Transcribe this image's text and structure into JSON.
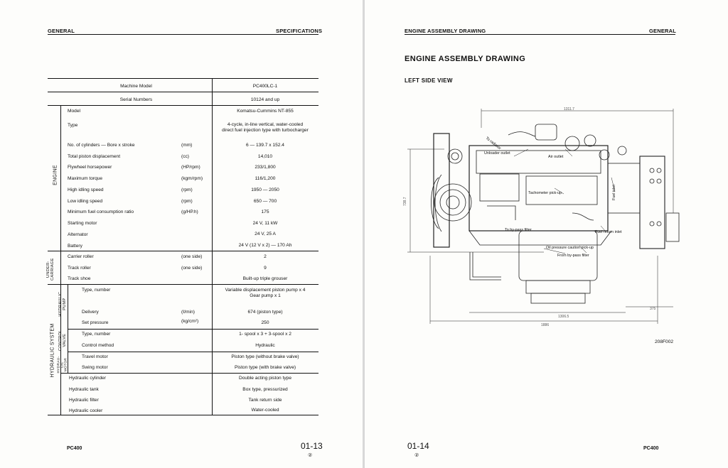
{
  "left_page": {
    "header_left": "GENERAL",
    "header_right": "SPECIFICATIONS",
    "footer_model": "PC400",
    "page_number": "01-13",
    "edition_mark": "②"
  },
  "spec_table": {
    "machine_model_label": "Machine Model",
    "machine_model_value": "PC400LC-1",
    "serial_numbers_label": "Serial Numbers",
    "serial_numbers_value": "10124 and up",
    "section_labels": {
      "engine": "ENGINE",
      "undercarriage_1": "UNDER-",
      "undercarriage_2": "CARRIAGE",
      "hydraulic_system": "HYDRAULIC SYSTEM",
      "hydraulic_pump_1": "HYDRAULIC",
      "hydraulic_pump_2": "PUMP",
      "control_valve_1": "CONTROL",
      "control_valve_2": "VALVE",
      "hydraulic_motor_1": "HYDRAU-",
      "hydraulic_motor_2": "LIC",
      "hydraulic_motor_3": "MOTOR"
    },
    "engine_rows": [
      {
        "label": "Model",
        "unit": "",
        "value": "Komatsu-Cummins NT-855"
      },
      {
        "label": "Type",
        "unit": "",
        "value": "4-cycle, in-line vertical, water-cooled",
        "value2": "direct fuel injection type with turbocharger"
      },
      {
        "label": "No. of cylinders — Bore x stroke",
        "unit": "(mm)",
        "value": "6 — 139.7 x 152.4"
      },
      {
        "label": "Total piston displacement",
        "unit": "(cc)",
        "value": "14,010"
      },
      {
        "label": "Flywheel horsepower",
        "unit": "(HP/rpm)",
        "value": "233/1,800"
      },
      {
        "label": "Maximum torque",
        "unit": "(kgm/rpm)",
        "value": "116/1,200"
      },
      {
        "label": "High idling speed",
        "unit": "(rpm)",
        "value": "1950 — 2050"
      },
      {
        "label": "Low idling speed",
        "unit": "(rpm)",
        "value": "650 — 700"
      },
      {
        "label": "Minimum fuel consumption ratio",
        "unit": "(g/HP.h)",
        "value": "175"
      },
      {
        "label": "Starting motor",
        "unit": "",
        "value": "24 V, 11 kW"
      },
      {
        "label": "Alternator",
        "unit": "",
        "value": "24 V, 25 A"
      },
      {
        "label": "Battery",
        "unit": "",
        "value": "24 V (12 V x 2) — 170 Ah"
      }
    ],
    "undercarriage_rows": [
      {
        "label": "Carrier roller",
        "unit": "(one side)",
        "value": "2"
      },
      {
        "label": "Track roller",
        "unit": "(one side)",
        "value": "9"
      },
      {
        "label": "Track shoe",
        "unit": "",
        "value": "Built-up triple grouser"
      }
    ],
    "pump_rows": [
      {
        "label": "Type, number",
        "unit": "",
        "value": "Variable displacement piston pump x 4",
        "value2": "Gear pump x 1"
      },
      {
        "label": "Delivery",
        "unit": "(ℓ/min)",
        "value": "674 (piston type)"
      },
      {
        "label": "Set pressure",
        "unit": "(kg/cm²)",
        "value": "250"
      }
    ],
    "valve_rows": [
      {
        "label": "Type, number",
        "unit": "",
        "value": "1- spool x 3 + 3-spool x 2"
      },
      {
        "label": "Control method",
        "unit": "",
        "value": "Hydraulic"
      }
    ],
    "motor_rows": [
      {
        "label": "Travel motor",
        "unit": "",
        "value": "Piston type (without brake valve)"
      },
      {
        "label": "Swing motor",
        "unit": "",
        "value": "Piston type (with brake valve)"
      }
    ],
    "other_rows": [
      {
        "label": "Hydraulic cylinder",
        "value": "Double acting piston type"
      },
      {
        "label": "Hydraulic tank",
        "value": "Box type, pressurized"
      },
      {
        "label": "Hydraulic filter",
        "value": "Tank return side"
      },
      {
        "label": "Hydraulic cooler",
        "value": "Water-cooled"
      }
    ]
  },
  "right_page": {
    "header_left": "ENGINE ASSEMBLY DRAWING",
    "header_right": "GENERAL",
    "title": "ENGINE ASSEMBLY DRAWING",
    "subtitle": "LEFT SIDE VIEW",
    "figure_code": "208F002",
    "footer_model": "PC400",
    "page_number": "01-14",
    "edition_mark": "②"
  },
  "drawing": {
    "callouts": {
      "to_radiator": "To radiator",
      "unloader_outlet": "Unloader outlet",
      "air_outlet": "Air outlet",
      "tachometer": "Tachometer pick-up",
      "fuel_inlet": "Fuel inlet",
      "to_bypass_filter": "To by-pass filter",
      "fuel_return_inlet": "Fuel return inlet",
      "oil_pressure": "Oil pressure caution pick-up",
      "from_bypass_filter": "From by-pass filter"
    },
    "dimensions": {
      "top_width": "1311.7",
      "height": "738.7",
      "lower_width": "1306.5",
      "overall_width": "1886",
      "right_offset": "375"
    }
  }
}
